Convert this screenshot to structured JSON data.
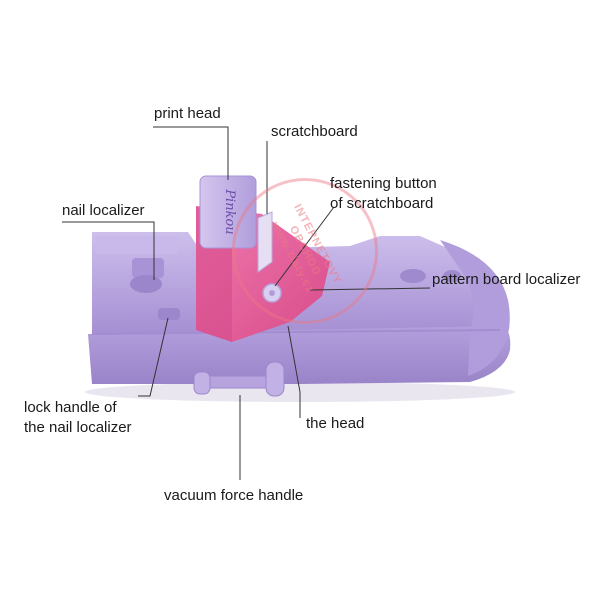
{
  "labels": {
    "print_head": "print head",
    "scratchboard": "scratchboard",
    "fastening_line1": "fastening button",
    "fastening_line2": "of scratchboard",
    "nail_localizer": "nail localizer",
    "pattern_board_localizer": "pattern board localizer",
    "lock_line1": "lock handle of",
    "lock_line2": "the nail localizer",
    "the_head": "the head",
    "vacuum_force_handle": "vacuum force handle"
  },
  "logo_text": "Pinkou",
  "watermark": {
    "line1": "INTERNETOVY OBCHOD",
    "line2": "www.ziaty.cz"
  },
  "colors": {
    "body_purple": "#b7a3e0",
    "body_shadow": "#9f88cf",
    "body_light": "#cbbcea",
    "head_pink": "#ec5f9b",
    "head_pink_dark": "#c94480",
    "print_head_lilac": "#c5b3e6",
    "leader_line": "#333333"
  }
}
